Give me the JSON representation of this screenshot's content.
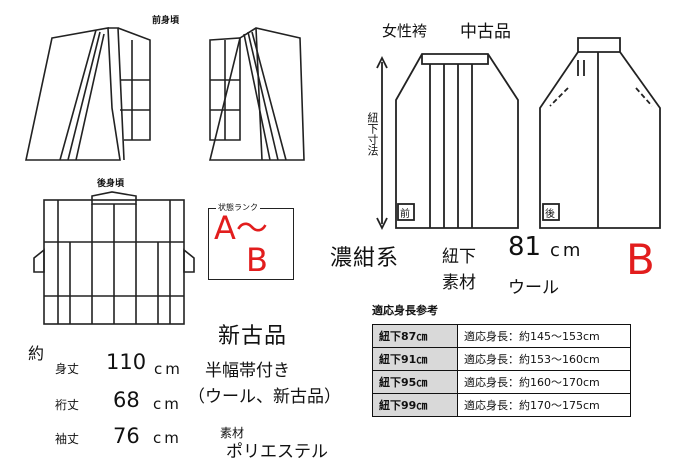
{
  "kimono": {
    "front_label": "前身頃",
    "back_label": "後身頃",
    "approx_label": "約",
    "measurements": [
      {
        "label": "身丈",
        "value": "110",
        "unit": "cm"
      },
      {
        "label": "裄丈",
        "value": "68",
        "unit": "cm"
      },
      {
        "label": "袖丈",
        "value": "76",
        "unit": "cm"
      }
    ],
    "rank": {
      "title": "状態ランク",
      "line1": "A～",
      "line2": "B"
    },
    "condition": "新古品",
    "obi_line1": "半幅帯付き",
    "obi_line2": "（ウール、新古品）",
    "material_label": "素材",
    "material_value": "ポリエステル"
  },
  "hakama": {
    "title": "女性袴",
    "condition": "中古品",
    "dimension_label": "紐下寸法",
    "front_tag": "前",
    "back_tag": "後",
    "color": "濃紺系",
    "himo_label": "紐下",
    "himo_value": "81",
    "himo_unit": "cm",
    "material_label": "素材",
    "material_value": "ウール",
    "rank": "B"
  },
  "size_table": {
    "title": "適応身長参考",
    "rows": [
      {
        "key": "紐下87㎝",
        "value": "適応身長：約145～153cm"
      },
      {
        "key": "紐下91㎝",
        "value": "適応身長：約153～160cm"
      },
      {
        "key": "紐下95㎝",
        "value": "適応身長：約160～170cm"
      },
      {
        "key": "紐下99㎝",
        "value": "適応身長：約170～175cm"
      }
    ]
  },
  "colors": {
    "rank_red": "#e21d1d",
    "table_header": "#d9d9d9"
  }
}
